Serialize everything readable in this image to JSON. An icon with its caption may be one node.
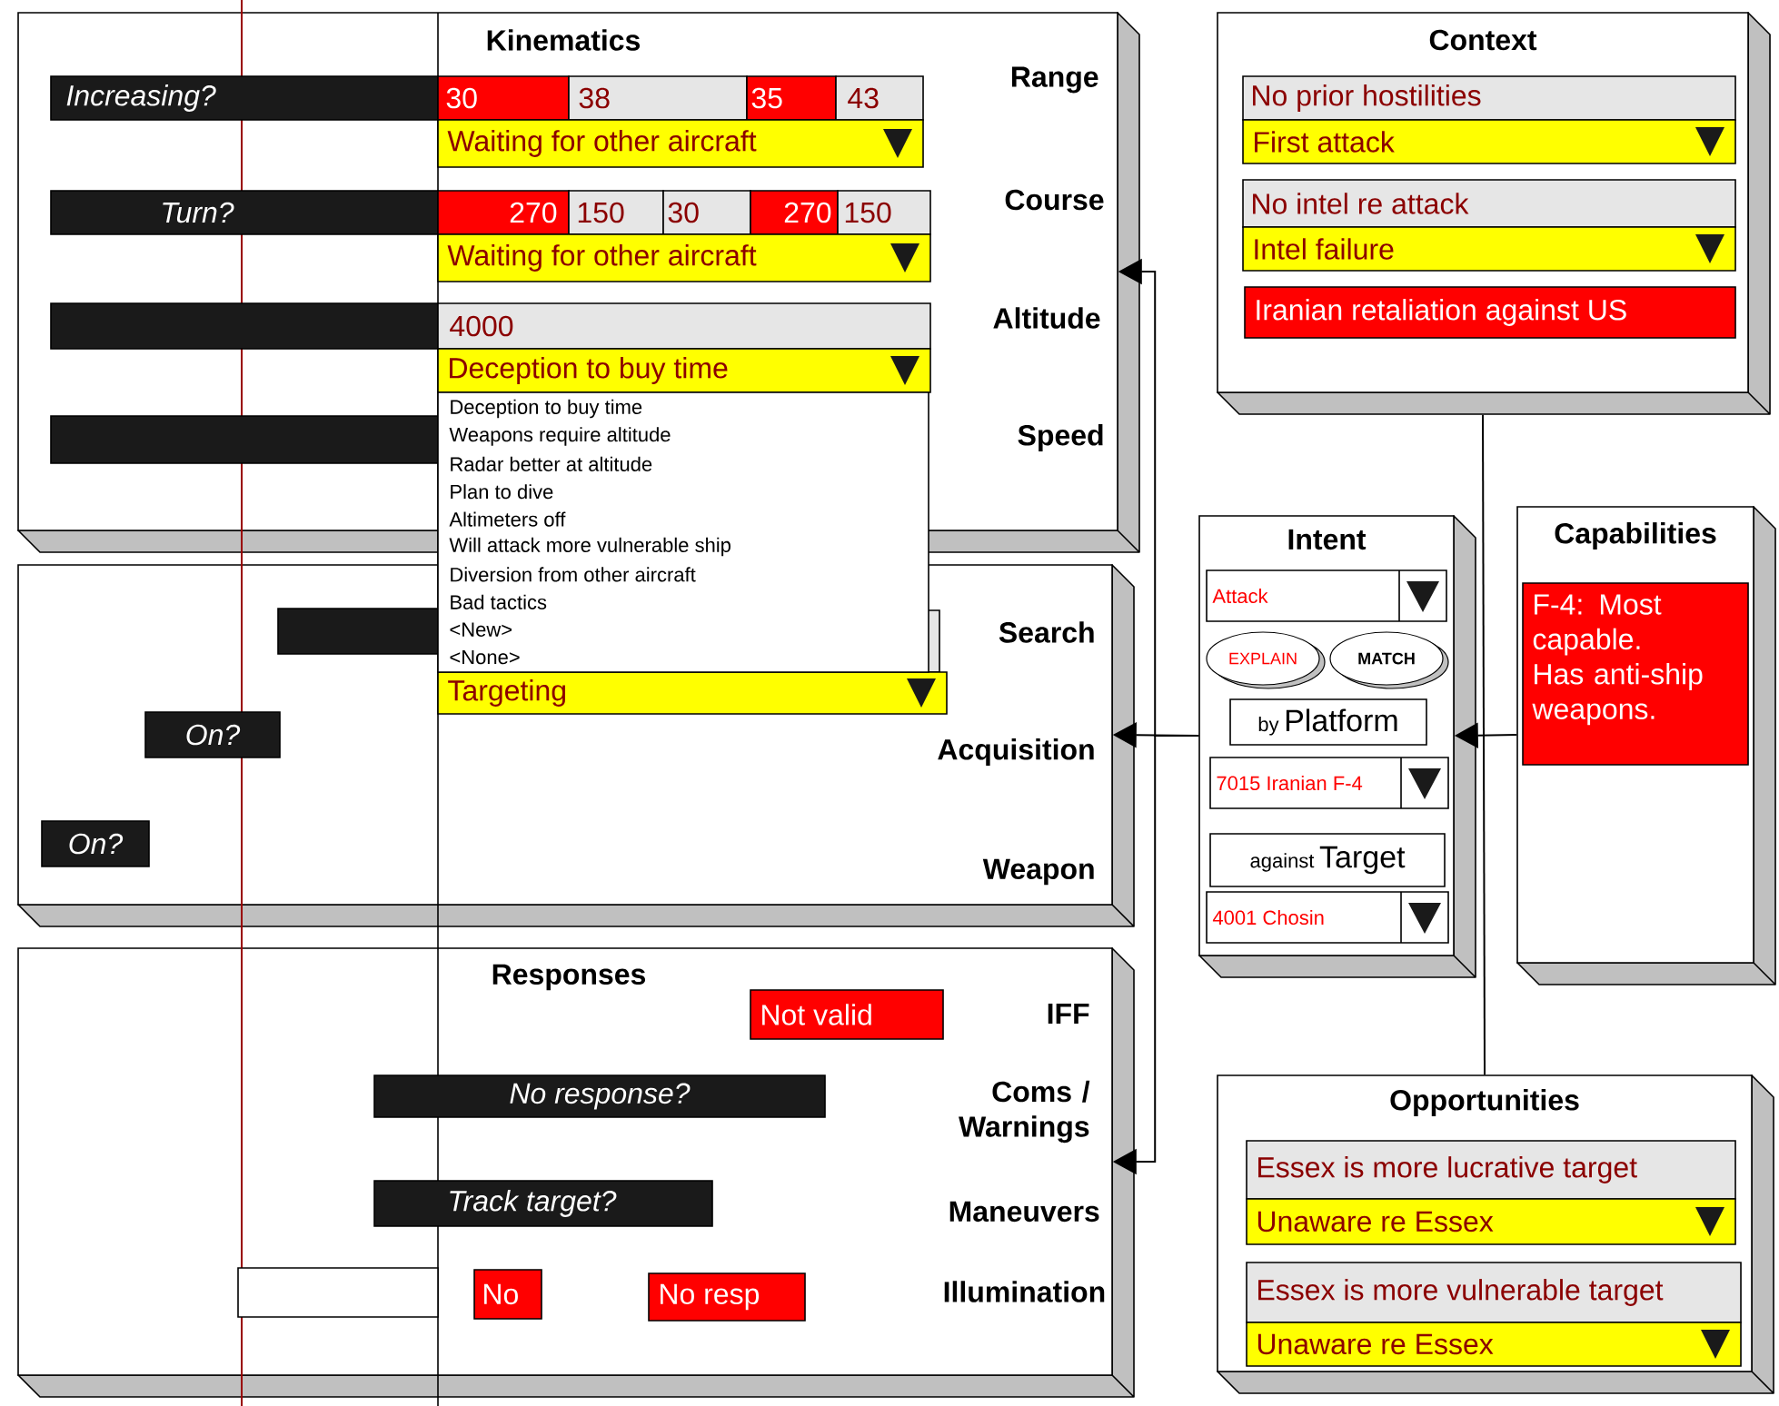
{
  "diagram": {
    "nodes": [
      {
        "text": [
          "Kinematics",
          "Range",
          "Course",
          "Altitude",
          "Speed"
        ]
      },
      {
        "text": [
          "Increasing?"
        ],
        "in": 0
      },
      {
        "text": [
          "30"
        ],
        "in": 0
      },
      {
        "text": [
          "38"
        ],
        "in": 0
      },
      {
        "text": [
          "35"
        ],
        "in": 0
      },
      {
        "text": [
          "43"
        ],
        "in": 0
      },
      {
        "text": [
          "Waiting for other aircraft"
        ],
        "in": 0
      },
      {
        "text": [
          "Turn?"
        ],
        "in": 0
      },
      {
        "text": [
          "270"
        ],
        "in": 0
      },
      {
        "text": [
          "150"
        ],
        "in": 0
      },
      {
        "text": [
          "30"
        ],
        "in": 0
      },
      {
        "text": [
          "270"
        ],
        "in": 0
      },
      {
        "text": [
          "150"
        ],
        "in": 0
      },
      {
        "text": [
          "Waiting for other aircraft"
        ],
        "in": 0
      },
      {
        "text": [],
        "shape": "bar",
        "in": 0
      },
      {
        "text": [
          "4000"
        ],
        "in": 0
      },
      {
        "text": [
          "Deception to buy time"
        ],
        "in": 0
      },
      {
        "text": [
          "Deception to buy time",
          "Weapons require altitude",
          "Radar better at altitude",
          "Plan to dive",
          "Altimeters off",
          "Will attack more vulnerable ship",
          "Diversion from other aircraft",
          "Bad tactics",
          "<New>",
          "<None>"
        ]
      },
      {
        "text": [],
        "shape": "bar",
        "in": 0
      },
      {
        "text": [
          "Search",
          "Acquisition",
          "Weapon"
        ]
      },
      {
        "text": [],
        "shape": "bar",
        "in": 19
      },
      {
        "text": [],
        "shape": "box",
        "in": 19
      },
      {
        "text": [
          "Targeting"
        ],
        "in": 19
      },
      {
        "text": [
          "On?"
        ],
        "in": 19
      },
      {
        "text": [
          "On?"
        ],
        "in": 19
      },
      {
        "text": [
          "Responses",
          "IFF",
          "Coms / Warnings",
          "Maneuvers",
          "Illumination"
        ]
      },
      {
        "text": [
          "Not valid"
        ],
        "in": 25
      },
      {
        "text": [
          "No response?"
        ],
        "in": 25
      },
      {
        "text": [
          "Track target?"
        ],
        "in": 25
      },
      {
        "text": [],
        "shape": "box",
        "in": 25
      },
      {
        "text": [
          "No"
        ],
        "in": 25
      },
      {
        "text": [
          "No resp"
        ],
        "in": 25
      },
      {
        "text": [
          "Context"
        ]
      },
      {
        "text": [
          "No prior hostilities"
        ],
        "in": 32
      },
      {
        "text": [
          "First attack"
        ],
        "in": 32
      },
      {
        "text": [
          "No intel re attack"
        ],
        "in": 32
      },
      {
        "text": [
          "Intel failure"
        ],
        "in": 32
      },
      {
        "text": [
          "Iranian retaliation against US"
        ],
        "in": 32
      },
      {
        "text": [
          "Intent"
        ]
      },
      {
        "text": [
          "Attack"
        ],
        "in": 38
      },
      {
        "text": [
          "EXPLAIN"
        ],
        "in": 38
      },
      {
        "text": [
          "MATCH"
        ],
        "in": 38
      },
      {
        "text": [
          "by",
          "Platform"
        ],
        "in": 38
      },
      {
        "text": [
          "7015 Iranian F-4"
        ],
        "in": 38
      },
      {
        "text": [
          "against",
          "Target"
        ],
        "in": 38
      },
      {
        "text": [
          "4001 Chosin"
        ],
        "in": 38
      },
      {
        "text": [
          "Capabilities"
        ]
      },
      {
        "text": [
          "F-4: Most capable. Has anti-ship weapons."
        ],
        "in": 46
      },
      {
        "text": [
          "Opportunities"
        ]
      },
      {
        "text": [
          "Essex is more lucrative target"
        ],
        "in": 48
      },
      {
        "text": [
          "Unaware re Essex"
        ],
        "in": 48
      },
      {
        "text": [
          "Essex is more vulnerable target"
        ],
        "in": 48
      },
      {
        "text": [
          "Unaware re Essex"
        ],
        "in": 48
      }
    ],
    "edges": [
      {
        "from": 46,
        "to": 38,
        "arrow": "to"
      },
      {
        "from": 38,
        "to": 0,
        "arrow": "to"
      },
      {
        "from": 38,
        "to": 19,
        "arrow": "to"
      },
      {
        "from": 38,
        "to": 25,
        "arrow": "to"
      },
      {
        "from": 32,
        "to": 48,
        "arrow": "none"
      }
    ]
  }
}
